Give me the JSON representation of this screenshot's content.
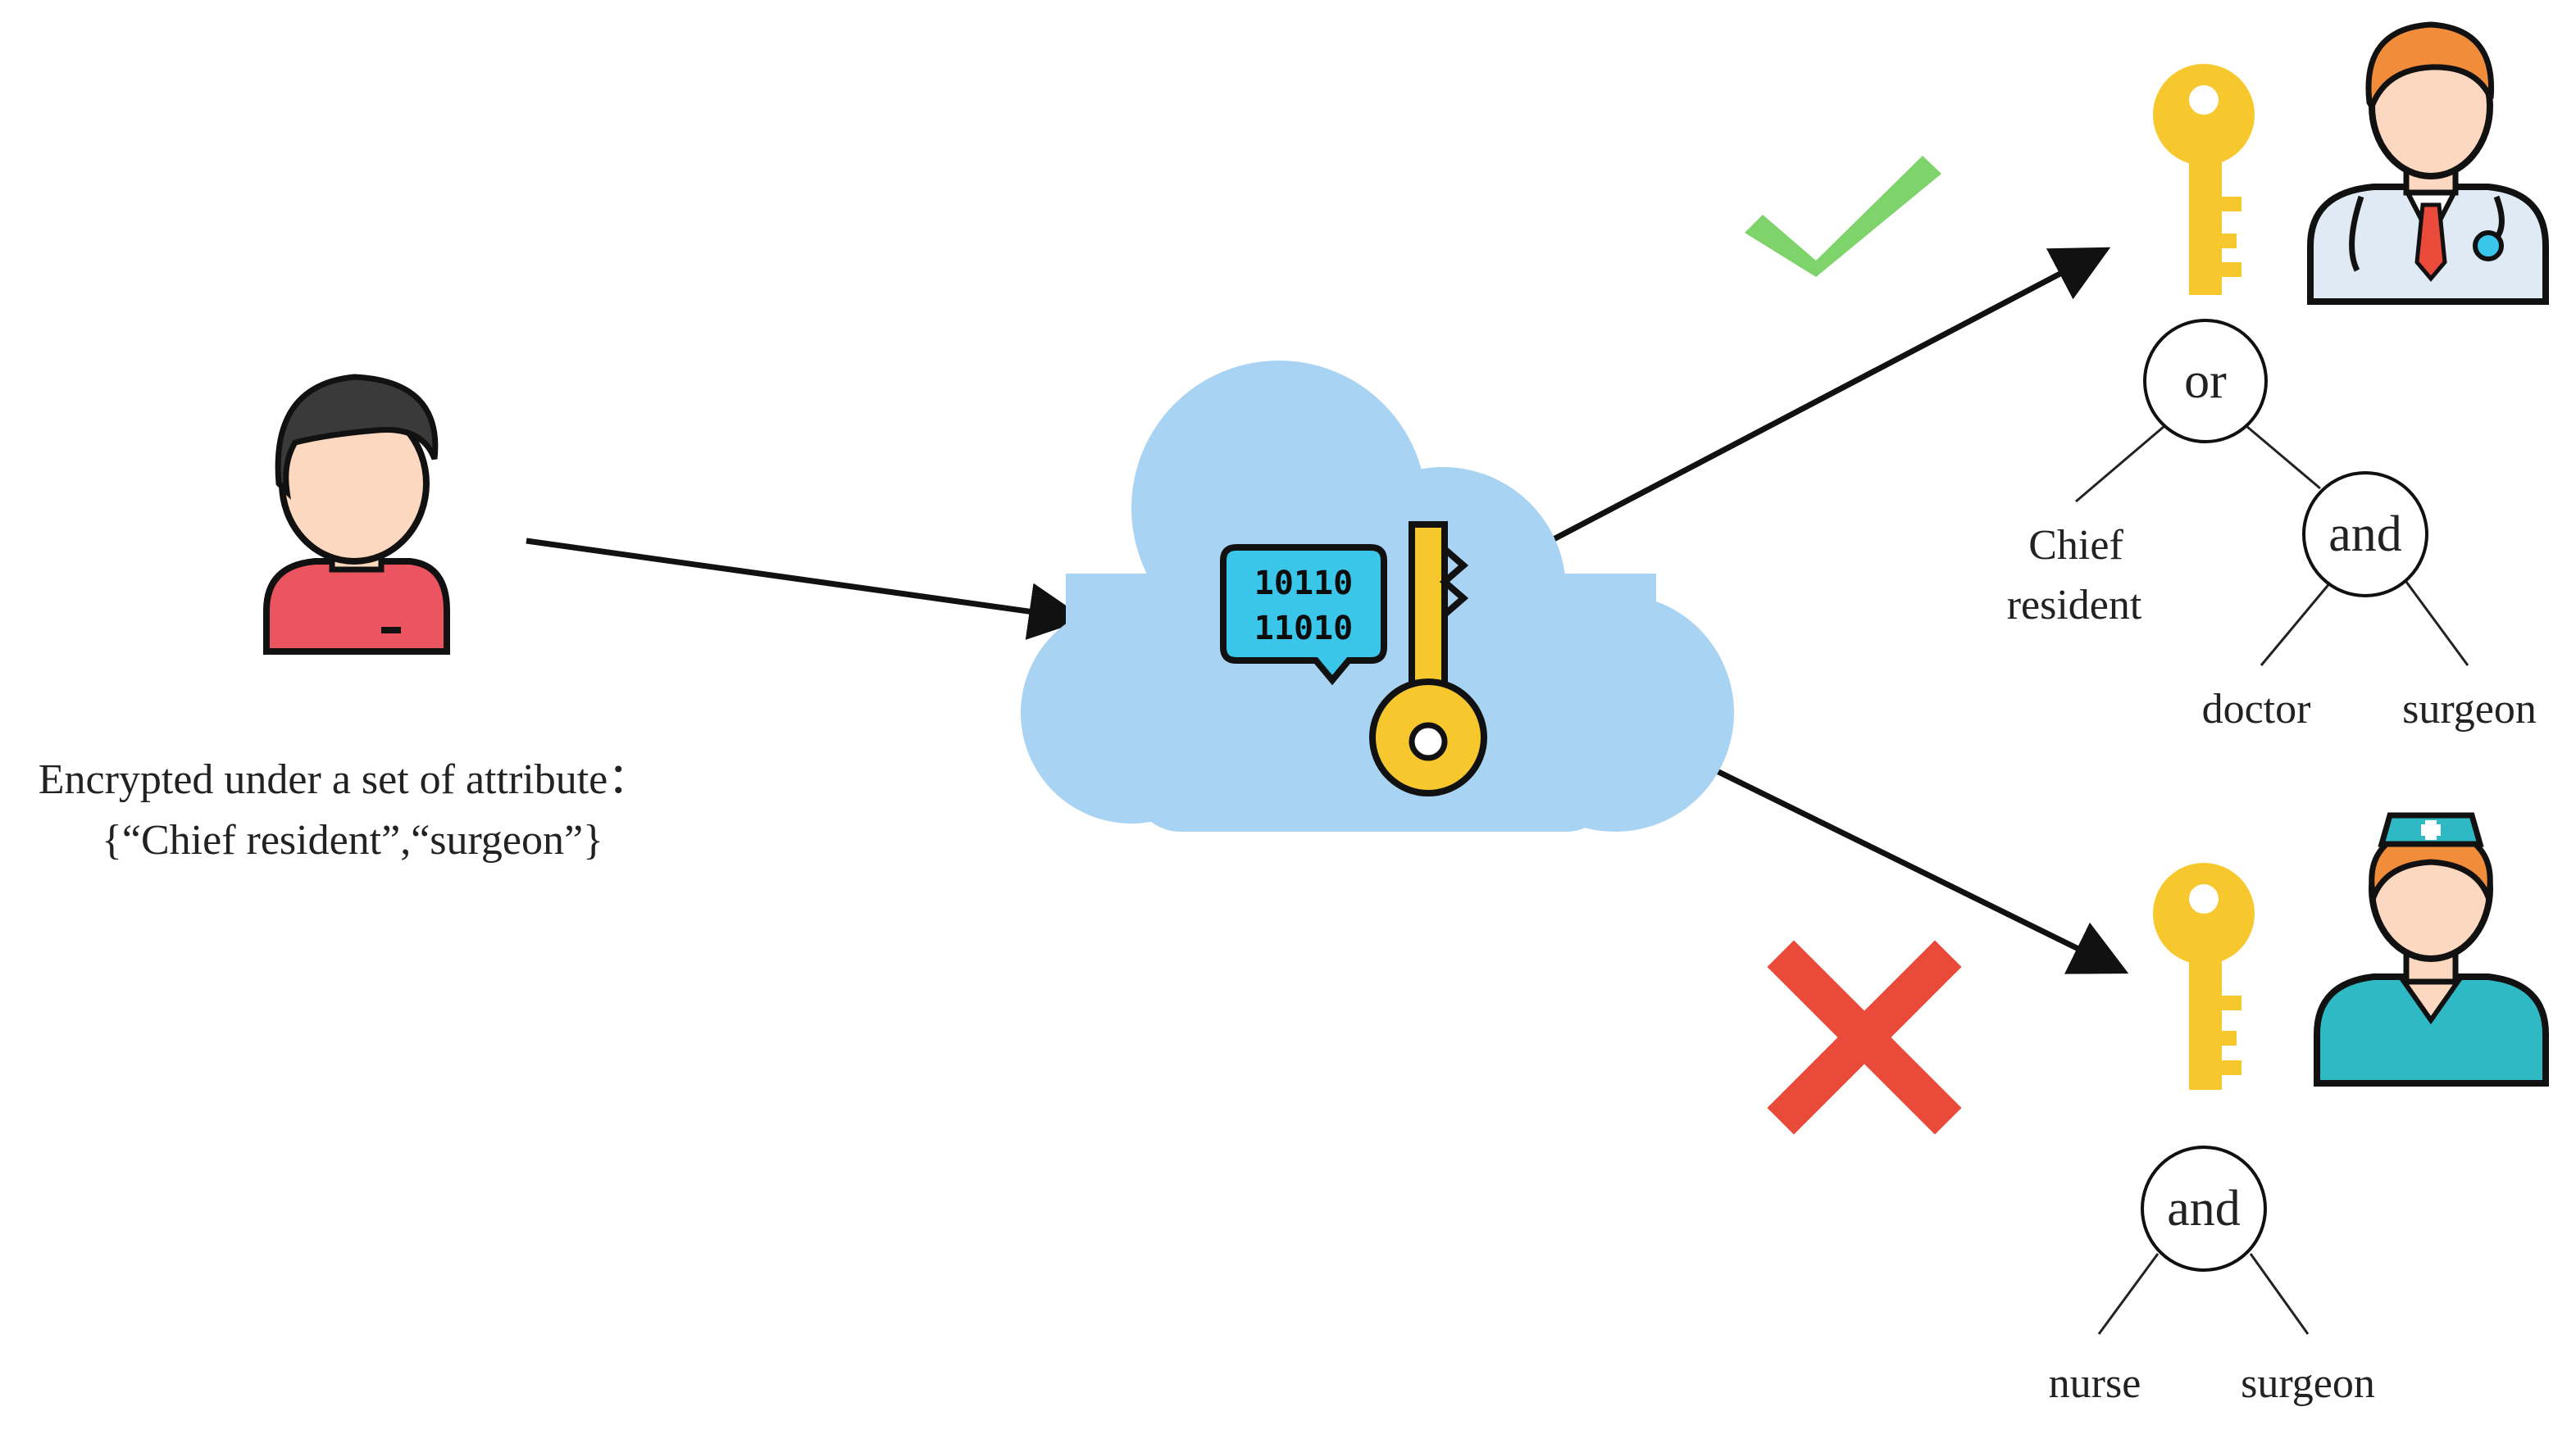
{
  "sender": {
    "caption_line1": "Encrypted under a set of attribute：",
    "caption_line2": "{“Chief  resident”,“surgeon”}"
  },
  "cloud": {
    "code_line1": "10110",
    "code_line2": "11010"
  },
  "doctor_policy": {
    "root": "or",
    "left_leaf": "Chief",
    "left_leaf_line2": "resident",
    "and_node": "and",
    "and_left": "doctor",
    "and_right": "surgeon"
  },
  "nurse_policy": {
    "root": "and",
    "left_leaf": "nurse",
    "right_leaf": "surgeon"
  },
  "colors": {
    "cloud": "#a9d3f2",
    "key": "#f7c82d",
    "check": "#7ed36a",
    "cross": "#ea4a3a",
    "sender_shirt": "#ea5560",
    "nurse_scrubs": "#2fb9c4",
    "code_box": "#39c6e8"
  },
  "icons": [
    "person-icon",
    "cloud-icon",
    "binary-chat-icon",
    "key-icon",
    "checkmark-icon",
    "cross-icon",
    "doctor-icon",
    "nurse-icon"
  ]
}
